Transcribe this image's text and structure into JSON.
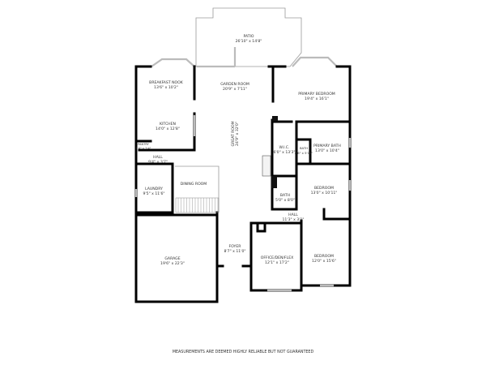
{
  "rooms": {
    "patio": {
      "name": "PATIO",
      "size": "26'10\" x 14'8\""
    },
    "garden_room": {
      "name": "GARDEN ROOM",
      "size": "20'9\" x 7'11\""
    },
    "breakfast_nook": {
      "name": "BREAKFAST NOOK",
      "size": "13'6\" x 10'2\""
    },
    "kitchen": {
      "name": "KITCHEN",
      "size": "14'0\" x 12'8\""
    },
    "pantry": {
      "name": "PANTRY",
      "size": "3'4\" x 2'4\""
    },
    "hall_west": {
      "name": "HALL",
      "size": "9'4\" x 3'7\""
    },
    "laundry": {
      "name": "LAUNDRY",
      "size": "9'5\" x 11'6\""
    },
    "dining_room": {
      "name": "DINING ROOM",
      "size": ""
    },
    "great_room": {
      "name": "GREAT ROOM",
      "size": "24'9\" x 32'0\""
    },
    "primary_bedroom": {
      "name": "PRIMARY BEDROOM",
      "size": "19'4\" x 16'1\""
    },
    "wic": {
      "name": "W.I.C.",
      "size": "6'0\" x 13'3\""
    },
    "bath_primary_wc": {
      "name": "BATH",
      "size": "8'6\" x 5'10\""
    },
    "primary_bath": {
      "name": "PRIMARY BATH",
      "size": "13'0\" x 10'4\""
    },
    "bedroom_2": {
      "name": "BEDROOM",
      "size": "13'0\" x 10'11\""
    },
    "bath_2": {
      "name": "BATH",
      "size": "5'0\" x 8'0\""
    },
    "hall_east": {
      "name": "HALL",
      "size": "11'3\" x 3'1\""
    },
    "foyer": {
      "name": "FOYER",
      "size": "8'7\" x 11'0\""
    },
    "office": {
      "name": "OFFICE/DEN/FLEX",
      "size": "12'1\" x 17'2\""
    },
    "bedroom_3": {
      "name": "BEDROOM",
      "size": "12'0\" x 15'6\""
    },
    "garage": {
      "name": "GARAGE",
      "size": "19'6\" x 22'3\""
    }
  },
  "footer": "MEASUREMENTS ARE DEEMED HIGHLY RELIABLE BUT NOT GUARANTEED"
}
